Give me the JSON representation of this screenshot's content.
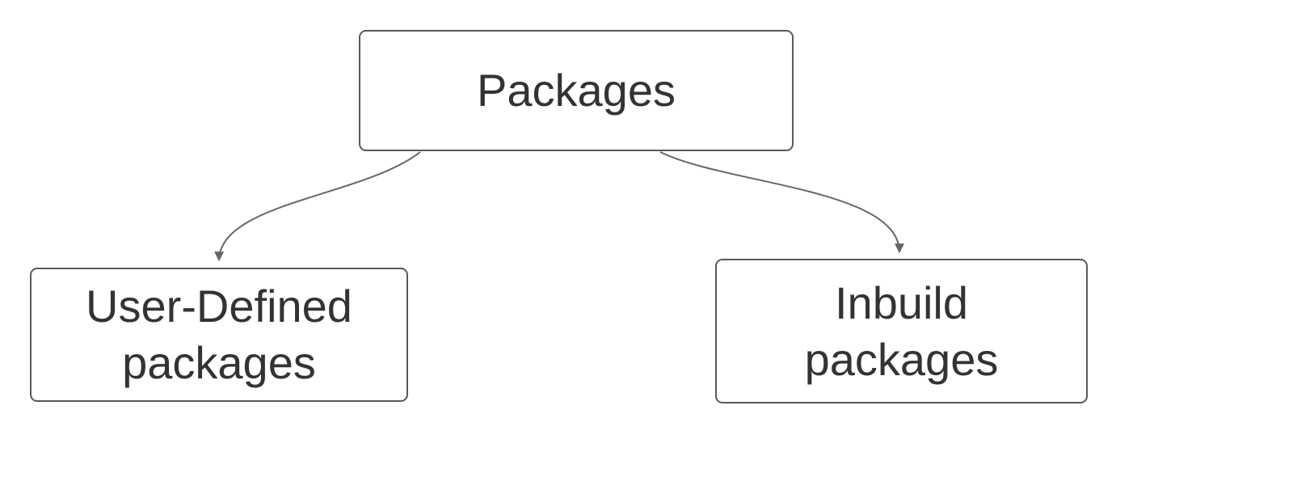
{
  "diagram": {
    "type": "flowchart",
    "nodes": [
      {
        "id": "packages",
        "label": "Packages",
        "lines": [
          "Packages"
        ]
      },
      {
        "id": "user-defined",
        "label": "User-Defined packages",
        "lines": [
          "User-Defined",
          "packages"
        ]
      },
      {
        "id": "inbuild",
        "label": "Inbuild packages",
        "lines": [
          "Inbuild",
          "packages"
        ]
      }
    ],
    "connectors": [
      {
        "from": "packages",
        "to": "user-defined",
        "style": "curved-arrow"
      },
      {
        "from": "packages",
        "to": "inbuild",
        "style": "curved-arrow"
      }
    ],
    "colors": {
      "background": "#ffffff",
      "box_fill": "#ffffff",
      "box_border": "#595959",
      "text": "#333333",
      "arrow": "#666666"
    }
  }
}
